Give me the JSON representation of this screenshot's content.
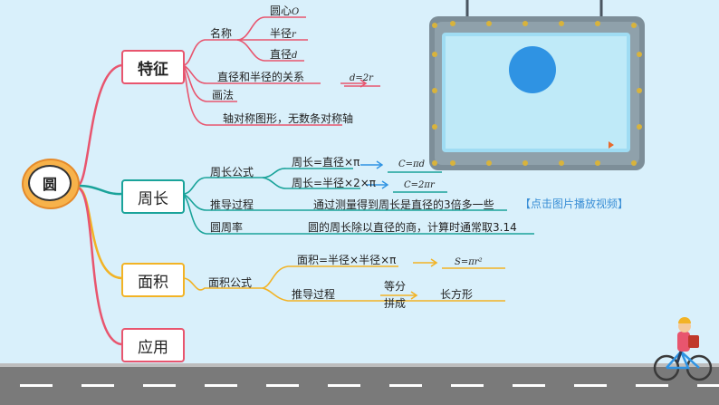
{
  "center": "圆",
  "branches": {
    "feature": "特征",
    "perimeter": "周长",
    "area": "面积",
    "application": "应用"
  },
  "feature": {
    "name": "名称",
    "center_point": "圆心",
    "center_symbol": "O",
    "radius": "半径",
    "radius_symbol": "r",
    "diameter": "直径",
    "diameter_symbol": "d",
    "relation": "直径和半径的关系",
    "relation_formula": "d=2r",
    "drawing": "画法",
    "symmetry": "轴对称图形，无数条对称轴"
  },
  "perimeter": {
    "formula_label": "周长公式",
    "formula1": "周长=直径×π",
    "formula1_result": "C=πd",
    "formula2": "周长=半径×2×π",
    "formula2_result": "C=2πr",
    "derivation_label": "推导过程",
    "derivation_text": "通过测量得到周长是直径的3倍多一些",
    "pi_label": "圆周率",
    "pi_text": "圆的周长除以直径的商，计算时通常取3.14"
  },
  "area": {
    "formula_label": "面积公式",
    "formula": "面积=半径×半径×π",
    "formula_result": "S=πr²",
    "derivation_label": "推导过程",
    "step_top": "等分",
    "step_bottom": "拼成",
    "result": "长方形"
  },
  "video_hint": "【点击图片播放视频】",
  "colors": {
    "feature": "#e8556e",
    "perimeter": "#1aa39a",
    "area": "#f2b325",
    "video_circle": "#2f93e3",
    "frame": "#7d8e98",
    "road": "#7a7a7a"
  }
}
